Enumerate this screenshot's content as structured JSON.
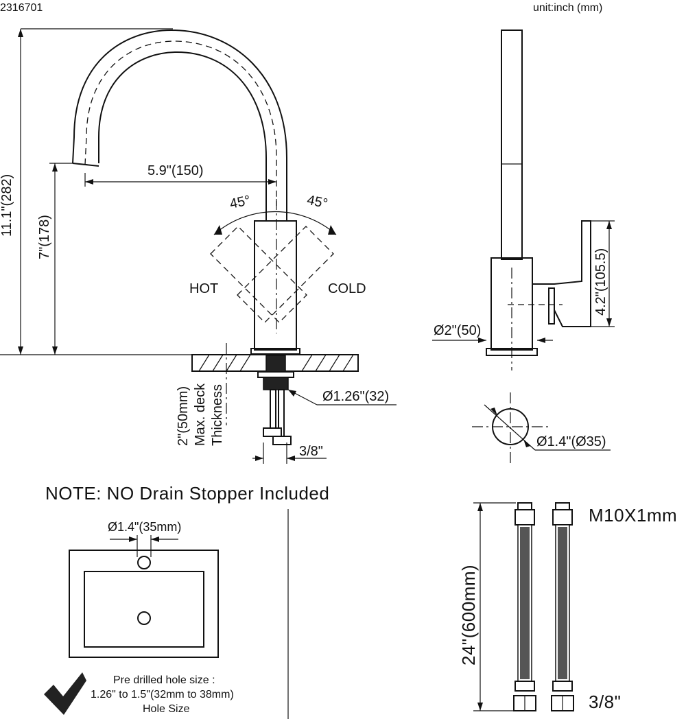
{
  "model_number": "2316701",
  "unit_label": "unit:inch (mm)",
  "side_view": {
    "total_height": "11.1\"(282)",
    "spout_height": "7\"(178)",
    "spout_reach": "5.9\"(150)",
    "rotation_left": "45°",
    "rotation_right": "45°",
    "hot_label": "HOT",
    "cold_label": "COLD",
    "deck_thickness": [
      "2\"(50mm)",
      "Max. deck",
      "Thickness"
    ],
    "shank_diameter": "Ø1.26\"(32)",
    "connector_size": "3/8\""
  },
  "front_view": {
    "handle_height": "4.2\"(105.5)",
    "base_diameter": "Ø2\"(50)",
    "top_diameter": "Ø1.4\"(Ø35)"
  },
  "note": "NOTE: NO Drain Stopper Included",
  "sink": {
    "hole_diameter": "Ø1.4\"(35mm)",
    "predrilled_lines": [
      "Pre drilled hole size :",
      "1.26\" to 1.5\"(32mm to 38mm)",
      "Hole Size"
    ]
  },
  "hoses": {
    "length": "24\"(600mm)",
    "thread_top": "M10X1mm",
    "thread_bottom": "3/8\""
  },
  "icons": [
    "checkmark-icon"
  ]
}
